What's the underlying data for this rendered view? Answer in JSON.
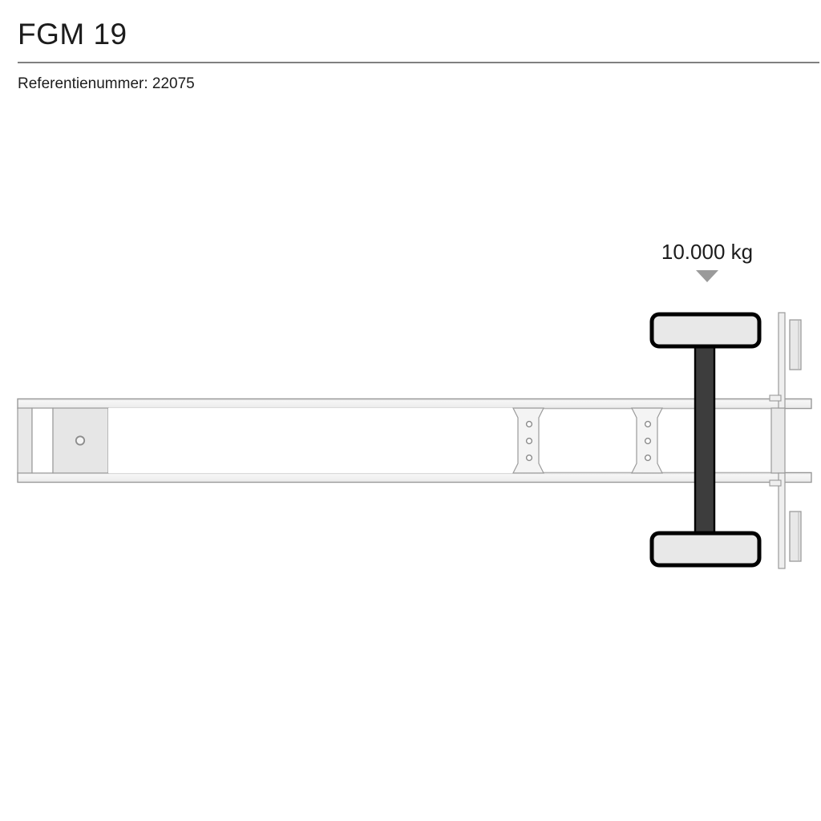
{
  "header": {
    "title": "FGM 19",
    "reference_label": "Referentienummer",
    "reference_value": "22075",
    "reference_line": "Referentienummer: 22075",
    "divider_color": "#808080"
  },
  "diagram": {
    "name": "semi-trailer-chassis-top-view",
    "description": "Technical top-view line drawing of a single-axle semi-trailer chassis",
    "background_color": "#ffffff",
    "frame_fill": "#f2f2f2",
    "frame_stroke": "#8c8c8c",
    "axle_fill": "#3d3d3d",
    "axle_stroke": "#000000",
    "wheel_fill": "#e8e8e8",
    "wheel_stroke": "#000000",
    "plate_fill": "#e6e6e6",
    "hole_stroke": "#8c8c8c",
    "parts": [
      {
        "name": "left-side-rail",
        "label": "Left side rail"
      },
      {
        "name": "right-side-rail",
        "label": "Right side rail"
      },
      {
        "name": "kingpin-plate",
        "label": "Kingpin mounting plate"
      },
      {
        "name": "kingpin",
        "label": "Kingpin"
      },
      {
        "name": "cross-member-bracket-1",
        "label": "Cross member bracket 1"
      },
      {
        "name": "cross-member-bracket-2",
        "label": "Cross member bracket 2"
      },
      {
        "name": "axle-beam",
        "label": "Axle beam"
      },
      {
        "name": "wheel-left",
        "label": "Left wheel"
      },
      {
        "name": "wheel-right",
        "label": "Right wheel"
      },
      {
        "name": "rear-beam",
        "label": "Rear cross beam"
      },
      {
        "name": "rear-buffer-left",
        "label": "Rear buffer left"
      },
      {
        "name": "rear-buffer-right",
        "label": "Rear buffer right"
      }
    ],
    "bolt_hole_count_per_bracket": 3,
    "bracket_count": 2,
    "axle_count": 1,
    "wheel_count": 2
  },
  "callout": {
    "weight_value": "10.000 kg",
    "weight_number": "10.000",
    "weight_unit": "kg",
    "pointer_icon": "triangle-down-icon",
    "pointer_color": "#9a9a9a"
  }
}
